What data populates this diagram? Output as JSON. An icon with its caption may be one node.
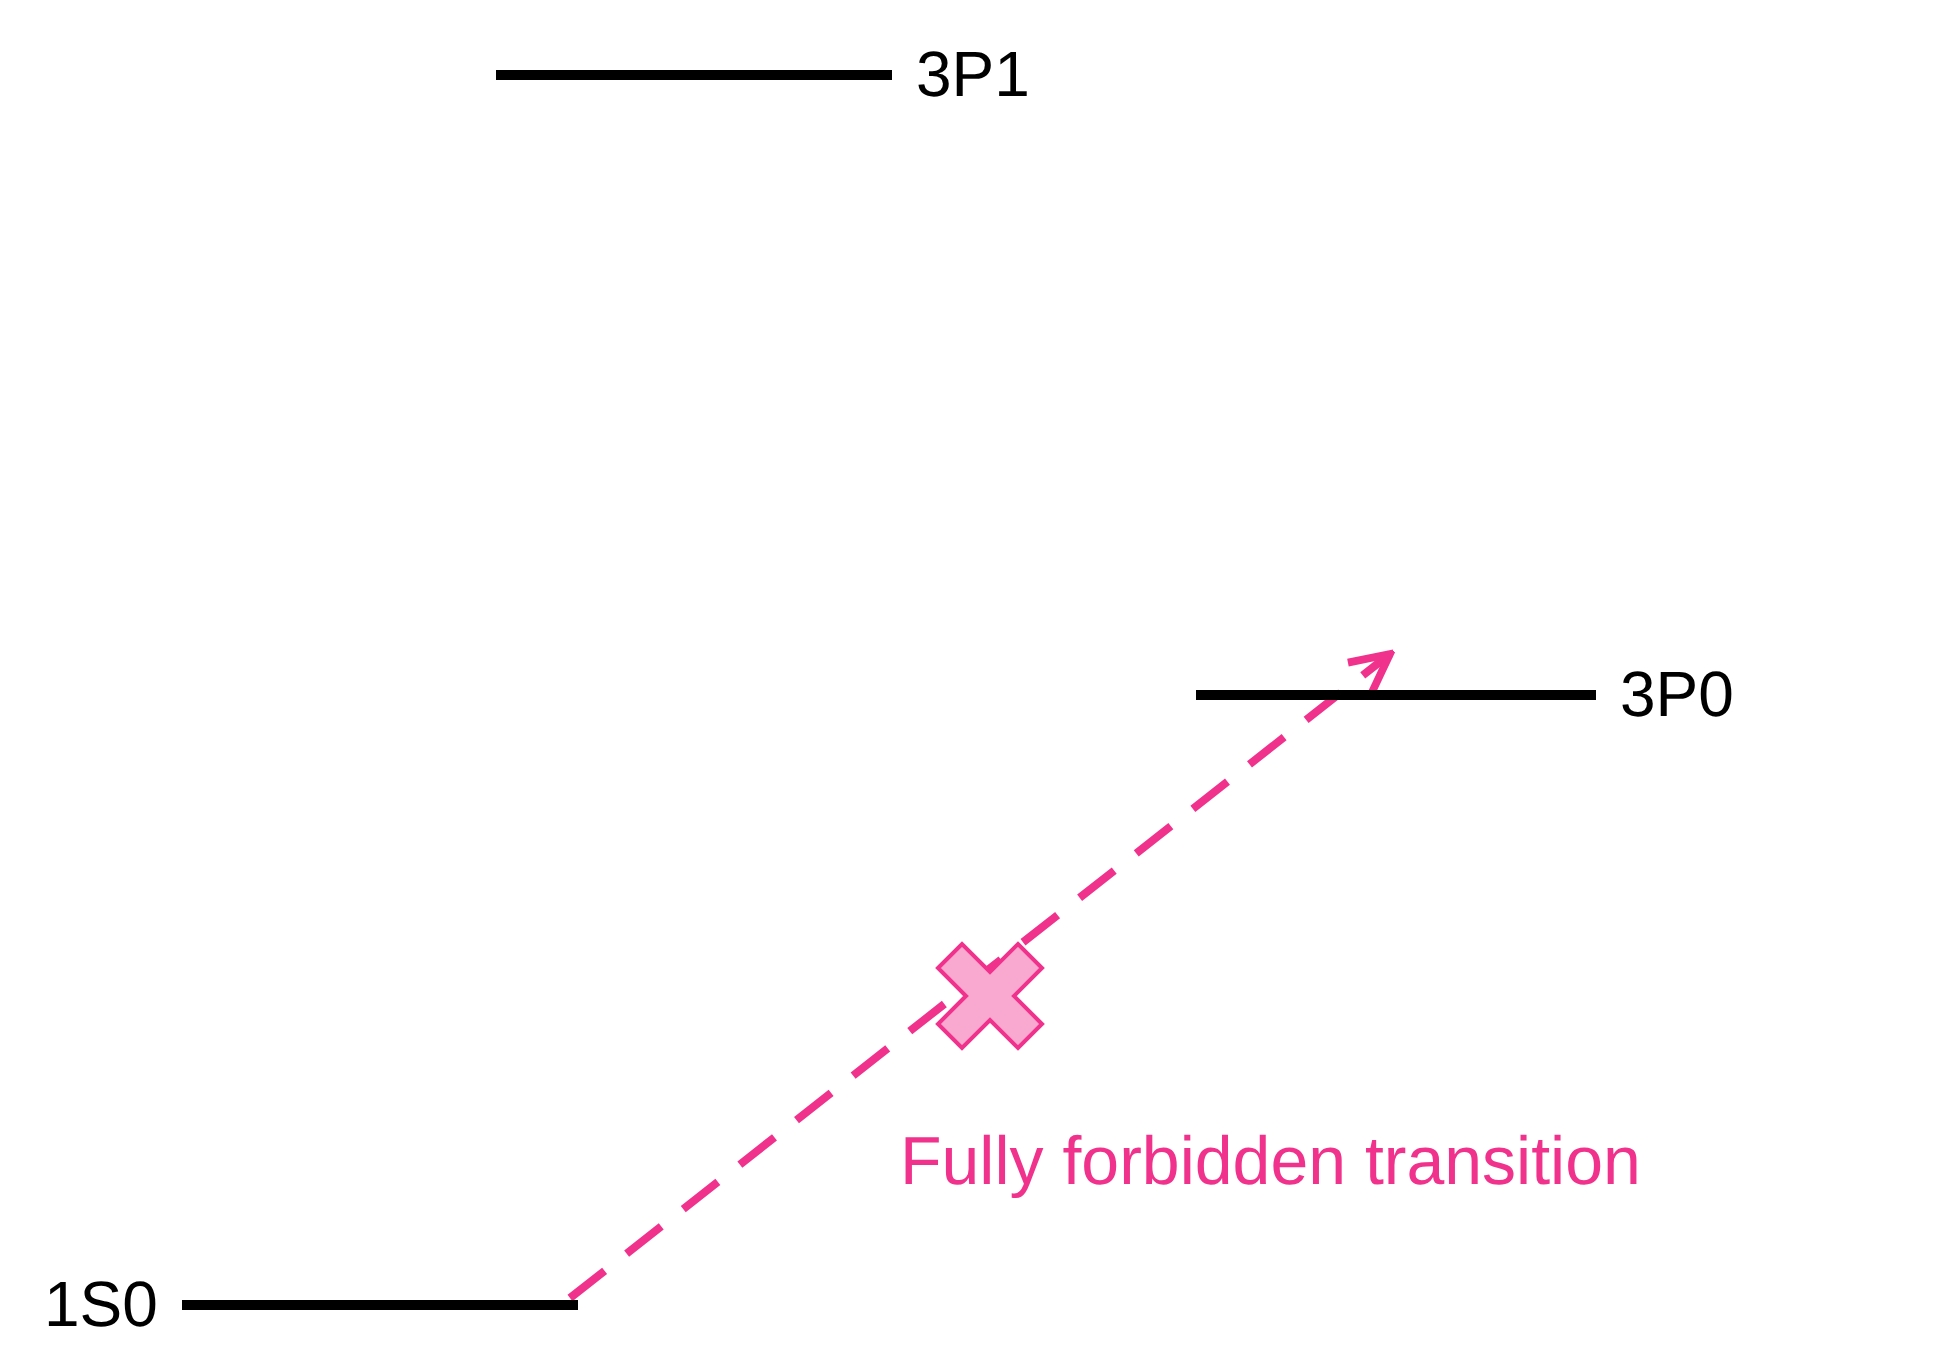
{
  "diagram": {
    "nodes": [
      {
        "text": [
          "3P1"
        ]
      },
      {
        "text": [
          "3P0"
        ]
      },
      {
        "text": [
          "1S0"
        ]
      }
    ],
    "edges": [
      {
        "from": 2,
        "to": 1,
        "arrow": "to",
        "label": "Fully forbidden transition",
        "style": "dashed",
        "color": "#f0328c"
      }
    ]
  }
}
